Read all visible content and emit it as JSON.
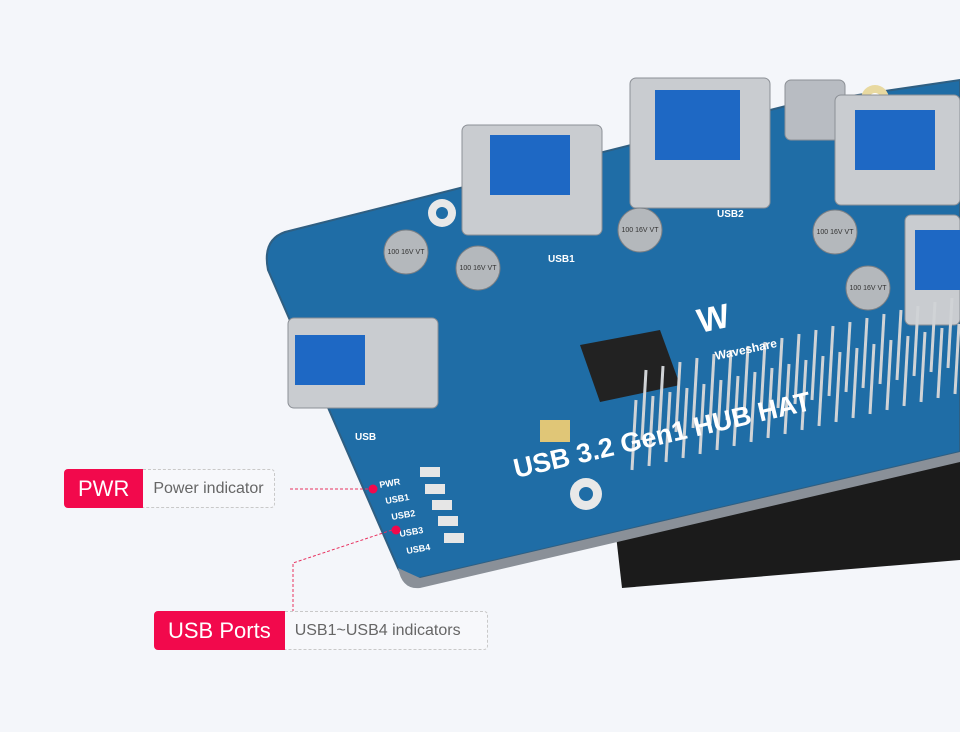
{
  "callouts": [
    {
      "tag": "PWR",
      "description": "Power indicator"
    },
    {
      "tag": "USB Ports",
      "description": "USB1~USB4 indicators"
    }
  ],
  "board": {
    "title": "USB 3.2 Gen1 HUB HAT",
    "brand": "Waveshare",
    "port_labels": [
      "USB",
      "USB1",
      "USB2"
    ],
    "led_labels": [
      "PWR",
      "USB1",
      "USB2",
      "USB3",
      "USB4"
    ],
    "capacitor_marking": "100 16V VT"
  },
  "colors": {
    "accent": "#f2094c",
    "board": "#1f6da6",
    "background": "#f4f6fa"
  }
}
